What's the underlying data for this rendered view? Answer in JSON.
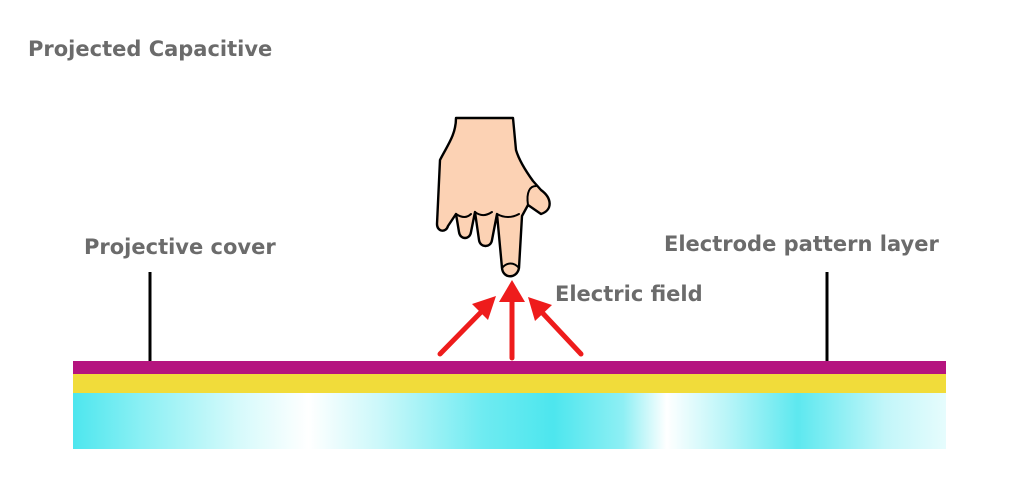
{
  "diagram": {
    "title": "Projected Capacitive",
    "labels": {
      "cover": "Projective cover",
      "electrode": "Electrode pattern layer",
      "field": "Electric field"
    },
    "layers": [
      {
        "name": "projective-cover-layer",
        "color": "#b5147f"
      },
      {
        "name": "electrode-layer",
        "color": "#f1dc3a"
      },
      {
        "name": "glass-substrate",
        "color": "#4de6ee"
      }
    ],
    "colors": {
      "text": "#6b6b6b",
      "arrow": "#ee1c1c",
      "skin": "#fcd2b4",
      "outline": "#000000"
    },
    "icons": {
      "hand": "pointing-hand-icon",
      "arrows": "electric-field-arrow-icon"
    }
  }
}
